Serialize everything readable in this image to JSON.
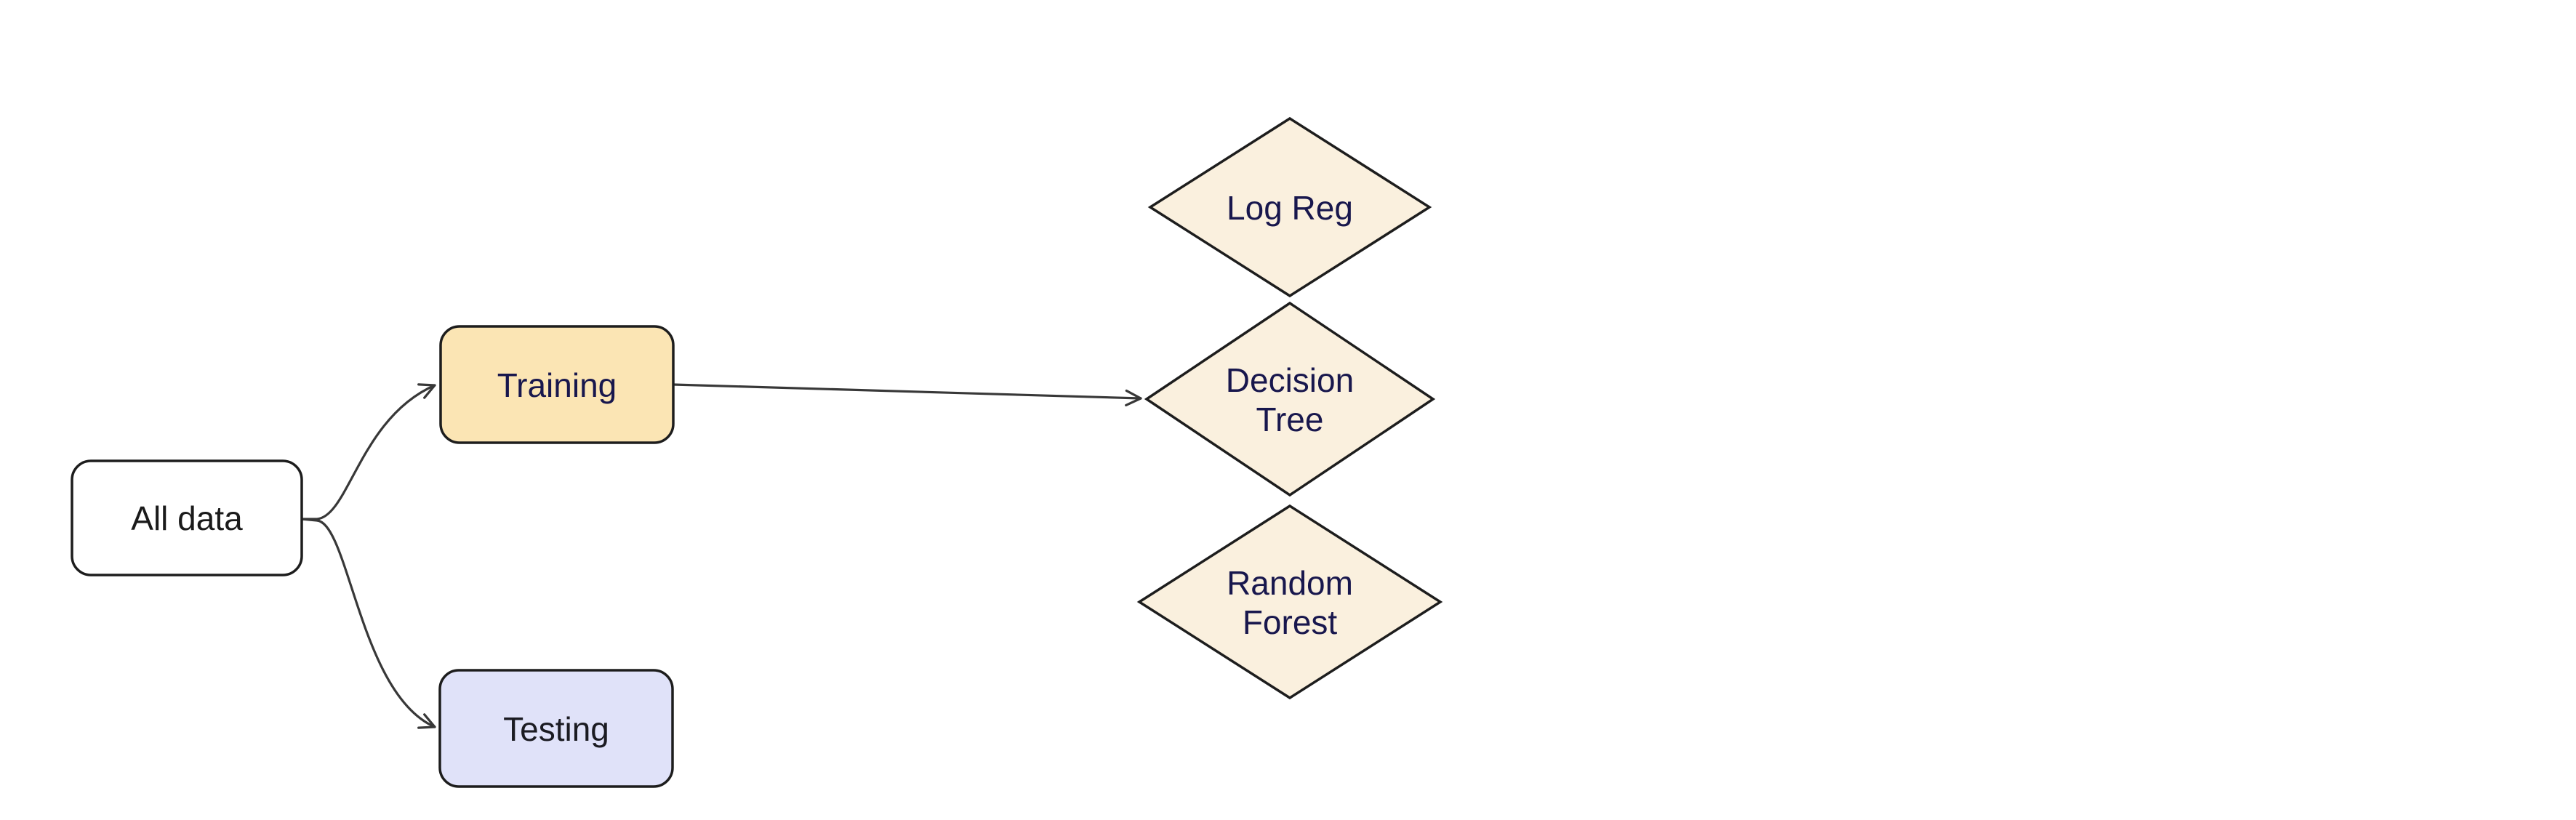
{
  "diagram": {
    "type": "flowchart",
    "direction": "left-to-right",
    "background_color": "#ffffff",
    "node_border_color": "#1d1d1d",
    "edge_color": "#383838",
    "nodes": [
      {
        "id": "all-data",
        "label": "All data",
        "shape": "rounded-rectangle",
        "fill": "#ffffff",
        "text_color": "#1a1a1a"
      },
      {
        "id": "training",
        "label": "Training",
        "shape": "rounded-rectangle",
        "fill": "#fbe5b4",
        "text_color": "#18174d"
      },
      {
        "id": "testing",
        "label": "Testing",
        "shape": "rounded-rectangle",
        "fill": "#e0e2f9",
        "text_color": "#1b1b22"
      },
      {
        "id": "log-reg",
        "label": "Log Reg",
        "shape": "diamond",
        "fill": "#faf0de",
        "text_color": "#18174d"
      },
      {
        "id": "decision-tree",
        "label": "Decision Tree",
        "label_lines": [
          "Decision",
          "Tree"
        ],
        "shape": "diamond",
        "fill": "#faf0de",
        "text_color": "#18174d"
      },
      {
        "id": "random-forest",
        "label": "Random Forest",
        "label_lines": [
          "Random",
          "Forest"
        ],
        "shape": "diamond",
        "fill": "#faf0de",
        "text_color": "#18174d"
      }
    ],
    "edges": [
      {
        "from": "All data",
        "to": "Training",
        "style": "curved-arrow"
      },
      {
        "from": "All data",
        "to": "Testing",
        "style": "curved-arrow"
      },
      {
        "from": "Training",
        "to": "Decision Tree",
        "style": "straight-arrow"
      }
    ]
  }
}
